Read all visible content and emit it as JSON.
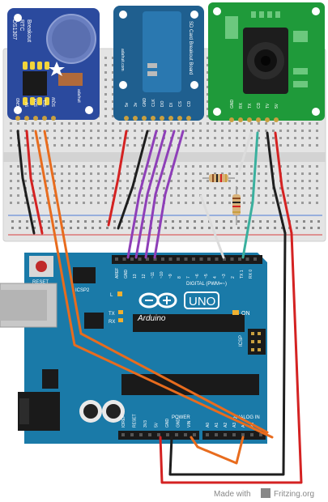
{
  "rtc": {
    "chip_label": "DS1307",
    "sub_label": "RTC",
    "sub_label2": "Breakout",
    "pins": [
      "GND",
      "5V",
      "SDA",
      "SCL",
      "SQW"
    ],
    "brand": "adafruit"
  },
  "sd": {
    "title": "SD Card Breakout Board",
    "brand": "adafruit.com",
    "pins": [
      "5v",
      "3v",
      "GND",
      "CLK",
      "DO",
      "DI",
      "CS",
      "CD"
    ]
  },
  "cam": {
    "pins": [
      "GND",
      "RX",
      "TX",
      "CD",
      "TV",
      "5V"
    ]
  },
  "arduino": {
    "model": "UNO",
    "brand": "Arduino",
    "reset": "RESET",
    "icsp2": "ICSP2",
    "icsp": "ICSP",
    "led_l": "L",
    "tx": "TX",
    "rx": "RX",
    "on": "ON",
    "digital_label": "DIGITAL (PWM=~)",
    "digital_pins": [
      "AREF",
      "GND",
      "13",
      "12",
      "~11",
      "~10",
      "~9",
      "8",
      "7",
      "~6",
      "~5",
      "4",
      "~3",
      "2",
      "TX 1",
      "RX 0"
    ],
    "power_label": "POWER",
    "power_pins": [
      "IOREF",
      "RESET",
      "3V3",
      "5V",
      "GND",
      "GND",
      "VIN"
    ],
    "analog_label": "ANALOG IN",
    "analog_pins": [
      "A0",
      "A1",
      "A2",
      "A3",
      "A4",
      "A5"
    ]
  },
  "footer": {
    "made_with": "Made with",
    "brand": "Fritzing.org"
  },
  "colors": {
    "board": "#1a7aa8",
    "board_dark": "#11597d",
    "breadboard": "#e6e6e6",
    "rtc_pcb": "#2b4a9e",
    "sd_pcb": "#1f5f8f",
    "cam_pcb": "#1f9a3a",
    "wire_red": "#d42222",
    "wire_black": "#1e1e1e",
    "wire_orange": "#e86c1e",
    "wire_purple": "#8e3fb8",
    "wire_white": "#f2f2f2",
    "wire_teal": "#3ab09e"
  }
}
